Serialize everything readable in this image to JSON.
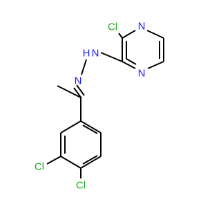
{
  "molecule": {
    "atoms": {
      "cl_top": {
        "text": "Cl",
        "color": "#1faa1f"
      },
      "n_pyrazine_top": {
        "text": "N",
        "color": "#1a1aff"
      },
      "n_pyrazine_bottom": {
        "text": "N",
        "color": "#1a1aff"
      },
      "nh": {
        "text": "N",
        "h_text": "H",
        "color": "#1a1aff"
      },
      "n_imine": {
        "text": "N",
        "color": "#1a1aff"
      },
      "cl_left": {
        "text": "Cl",
        "color": "#1faa1f"
      },
      "cl_bottom": {
        "text": "Cl",
        "color": "#1faa1f"
      }
    }
  }
}
